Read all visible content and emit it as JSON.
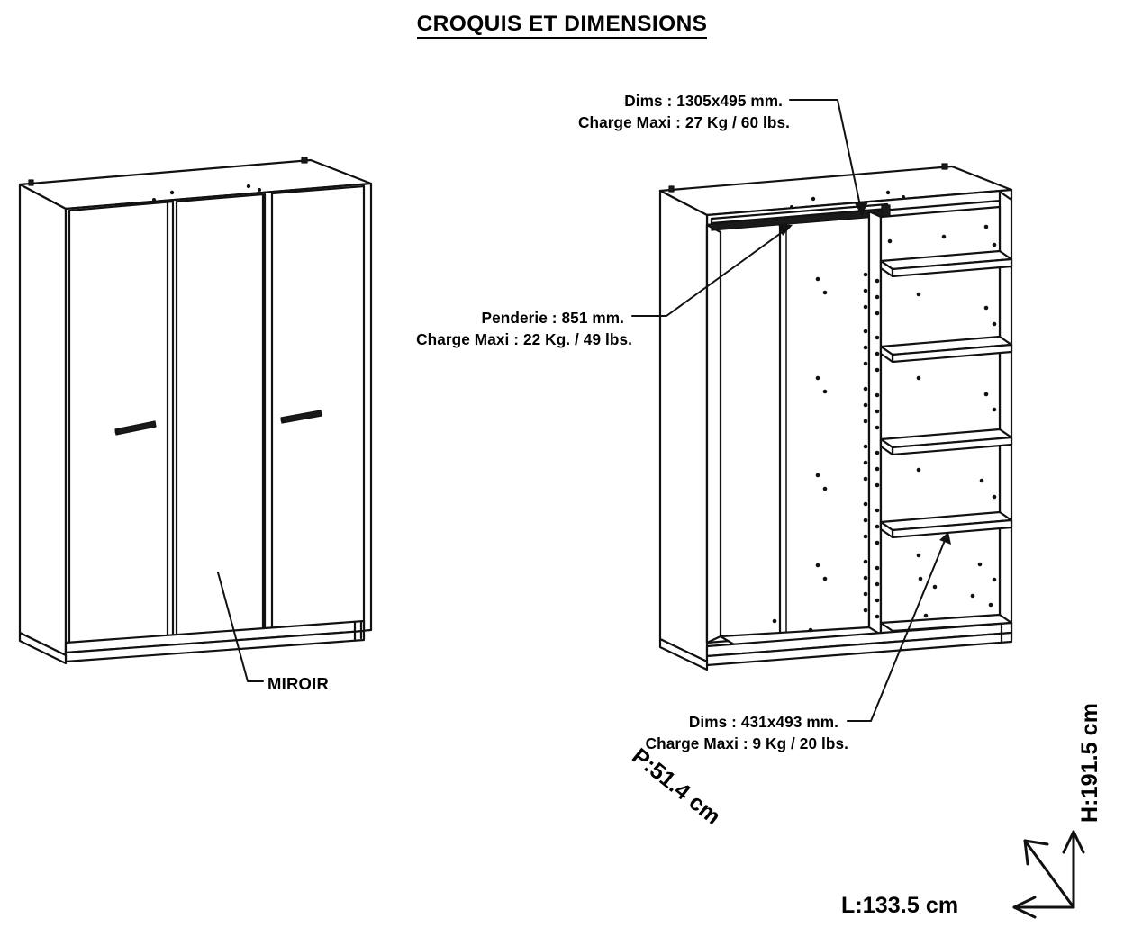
{
  "page": {
    "title": "CROQUIS ET DIMENSIONS",
    "language": "fr",
    "background_color": "#ffffff",
    "line_color": "#010101"
  },
  "views": {
    "front": {
      "name": "Vue de face portes fermees",
      "doors": 3,
      "handles": 2,
      "parts": [
        {
          "label": "MIROIR",
          "target": "middle-door"
        }
      ]
    },
    "interior": {
      "name": "Vue interieure",
      "hanging_rail": true,
      "shelves": 4,
      "compartments": 5
    }
  },
  "callouts": {
    "top_shelf": {
      "line1": "Dims : 1305x495 mm.",
      "line2": "Charge Maxi : 27 Kg / 60 lbs."
    },
    "penderie": {
      "line1": "Penderie : 851 mm.",
      "line2": "Charge Maxi : 22 Kg. / 49 lbs."
    },
    "bottom_shelf": {
      "line1": "Dims : 431x493 mm.",
      "line2": "Charge Maxi : 9 Kg / 20 lbs."
    }
  },
  "labels": {
    "miroir": "MIROIR"
  },
  "dimensions": {
    "width": "L:133.5 cm",
    "depth": "P:51.4 cm",
    "height": "H:191.5 cm"
  }
}
